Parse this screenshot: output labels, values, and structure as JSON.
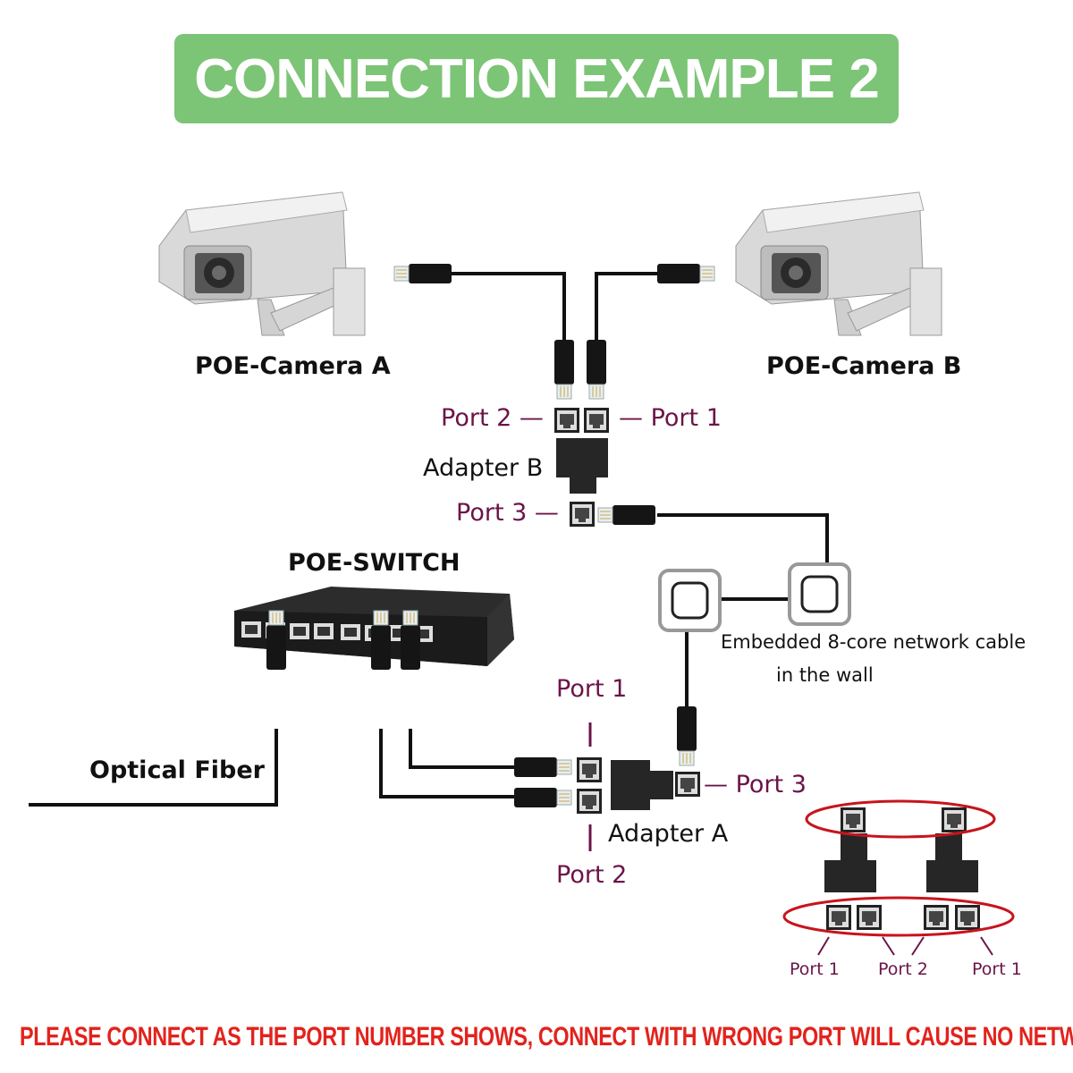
{
  "title": "CONNECTION EXAMPLE 2",
  "devices": {
    "camera_a": "POE-Camera A",
    "camera_b": "POE-Camera B",
    "switch": "POE-SWITCH",
    "optical_fiber": "Optical Fiber",
    "wall_cable_line1": "Embedded 8-core network cable",
    "wall_cable_line2": "in the wall"
  },
  "adapter_b": {
    "name": "Adapter B",
    "port1": "— Port 1",
    "port2": "Port 2 —",
    "port3": "Port 3 —"
  },
  "adapter_a": {
    "name": "Adapter A",
    "port1": "Port 1",
    "port2": "Port 2",
    "port3": "— Port 3"
  },
  "legend": {
    "labels": [
      "Port 1",
      "Port 2",
      "Port 1"
    ]
  },
  "warning": "PLEASE CONNECT AS THE PORT NUMBER SHOWS, CONNECT WITH WRONG PORT WILL CAUSE NO NETWORK CONECTION!",
  "colors": {
    "banner": "#7cc476",
    "port_label": "#6b1448",
    "warning": "#e3221c",
    "highlight_ellipse": "#c8141c"
  }
}
